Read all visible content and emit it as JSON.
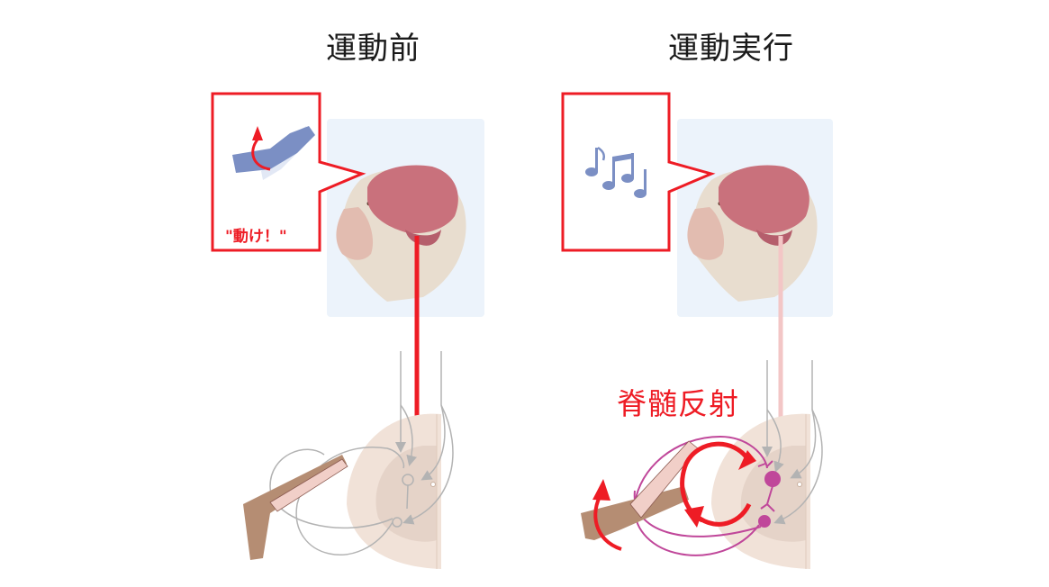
{
  "panels": {
    "left": {
      "title": "運動前",
      "speech_quote": "\"動け！\"",
      "speech_icon": "hand-rotate-icon",
      "signal_strength": "strong"
    },
    "right": {
      "title": "運動実行",
      "speech_icon": "music-notes-icon",
      "reflex_label": "脊髄反射",
      "signal_strength": "weak"
    }
  },
  "colors": {
    "accent_red": "#ee1c25",
    "faded_red": "#f3b8b8",
    "brain": "#c9717c",
    "head_bg": "#ecf3fb",
    "spinal_cord": "#f1e2d8",
    "grey_matter": "#e5d3c8",
    "neuron_grey": "#b3b3b3",
    "neuron_magenta": "#c0479a",
    "hand_blue": "#7b8fc4",
    "arm": "#b58d73"
  }
}
